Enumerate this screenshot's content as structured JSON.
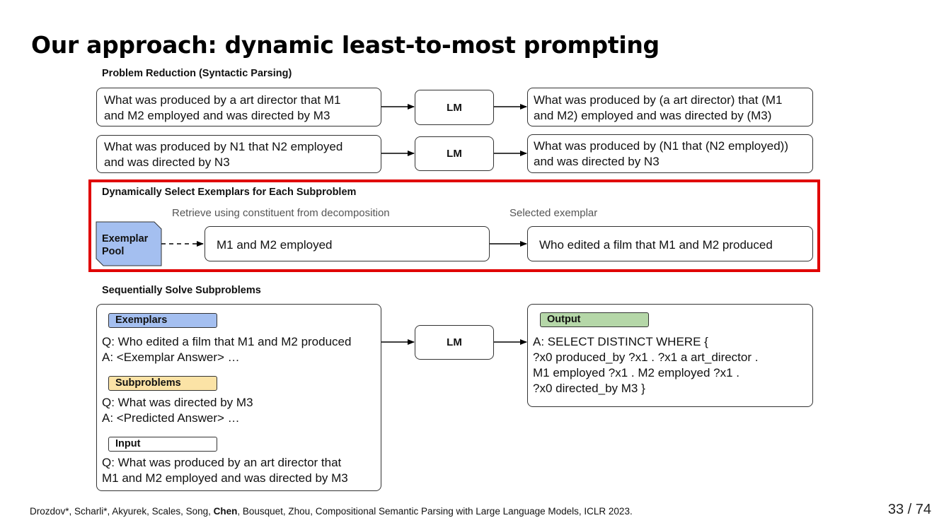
{
  "slide": {
    "title": "Our approach: dynamic least-to-most prompting",
    "page_number": "33 / 74"
  },
  "reduction": {
    "label": "Problem Reduction (Syntactic Parsing)",
    "rows": [
      {
        "input": "What was produced by a art director that M1\nand M2 employed and was directed by M3",
        "model": "LM",
        "output": "What was produced by (a art director) that (M1\nand M2) employed and was directed by (M3)"
      },
      {
        "input": "What was produced by N1 that N2 employed\nand was directed by N3",
        "model": "LM",
        "output": "What was produced by (N1 that (N2 employed))\nand was directed by N3"
      }
    ]
  },
  "selection": {
    "label": "Dynamically Select Exemplars for Each Subproblem",
    "retrieve_caption": "Retrieve using constituent from decomposition",
    "selected_caption": "Selected exemplar",
    "pool_label": "Exemplar\nPool",
    "constituent": "M1 and M2 employed",
    "exemplar": "Who edited a film that M1 and M2 produced",
    "highlight_color": "#e00000",
    "pool_color": "#a4bff0"
  },
  "solving": {
    "label": "Sequentially Solve Subproblems",
    "exemplars_tag": "Exemplars",
    "exemplars_text": "Q: Who edited a film that M1 and M2 produced\nA: <Exemplar Answer> …",
    "subproblems_tag": "Subproblems",
    "subproblems_text": "Q: What was directed by M3\nA: <Predicted Answer> …",
    "input_tag": "Input",
    "input_text": "Q: What was produced by an art director that\n  M1 and M2 employed and was directed by M3",
    "model": "LM",
    "output_tag": "Output",
    "output_text": "A: SELECT DISTINCT WHERE {\n        ?x0 produced_by ?x1 . ?x1 a art_director .\n        M1 employed ?x1 . M2 employed ?x1 .\n        ?x0 directed_by M3 }",
    "exemplars_color": "#a4bff0",
    "subproblems_color": "#fbe3a6",
    "output_color": "#b5d7a8"
  },
  "citation": {
    "authors_before": "Drozdov*, Scharli*, Akyurek, Scales, Song, ",
    "highlighted_author": "Chen",
    "authors_after": ", Bousquet, Zhou, Compositional Semantic Parsing with Large Language Models, ICLR 2023."
  }
}
